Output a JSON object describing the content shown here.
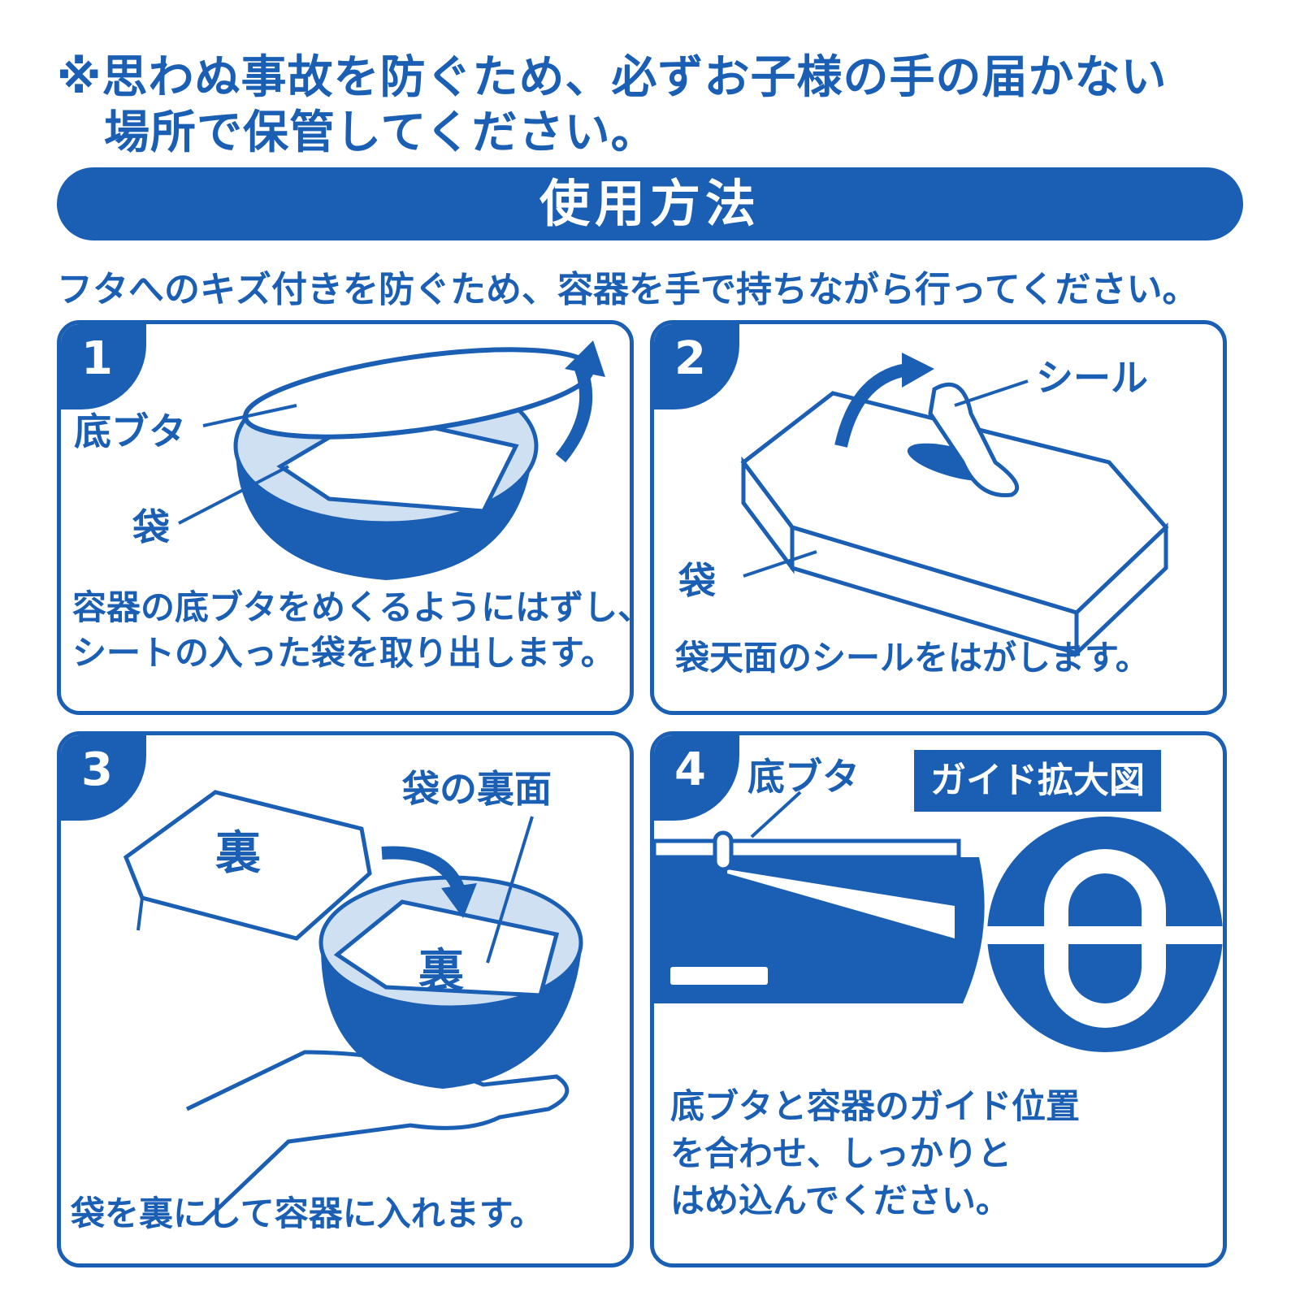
{
  "warning": {
    "line1": "※思わぬ事故を防ぐため、必ずお子様の手の届かない",
    "line2": "場所で保管してください。"
  },
  "section_title": "使用方法",
  "intro": "フタへのキズ付きを防ぐため、容器を手で持ちながら行ってください。",
  "steps": [
    {
      "number": "1",
      "labels": {
        "lid": "底ブタ",
        "bag": "袋"
      },
      "caption_line1": "容器の底ブタをめくるようにはずし、",
      "caption_line2": "シートの入った袋を取り出します。"
    },
    {
      "number": "2",
      "labels": {
        "seal": "シール",
        "bag": "袋"
      },
      "caption_line1": "袋天面のシールをはがします。"
    },
    {
      "number": "3",
      "labels": {
        "back_side": "袋の裏面",
        "back_mark": "裏"
      },
      "caption_line1": "袋を裏にして容器に入れます。"
    },
    {
      "number": "4",
      "labels": {
        "lid": "底ブタ",
        "guide_zoom": "ガイド拡大図"
      },
      "caption_line1": "底ブタと容器のガイド位置",
      "caption_line2": "を合わせ、しっかりと",
      "caption_line3": "はめ込んでください。"
    }
  ],
  "colors": {
    "brand_blue": "#1a5fb4",
    "light_blue": "#cfe0f3",
    "white": "#ffffff"
  }
}
